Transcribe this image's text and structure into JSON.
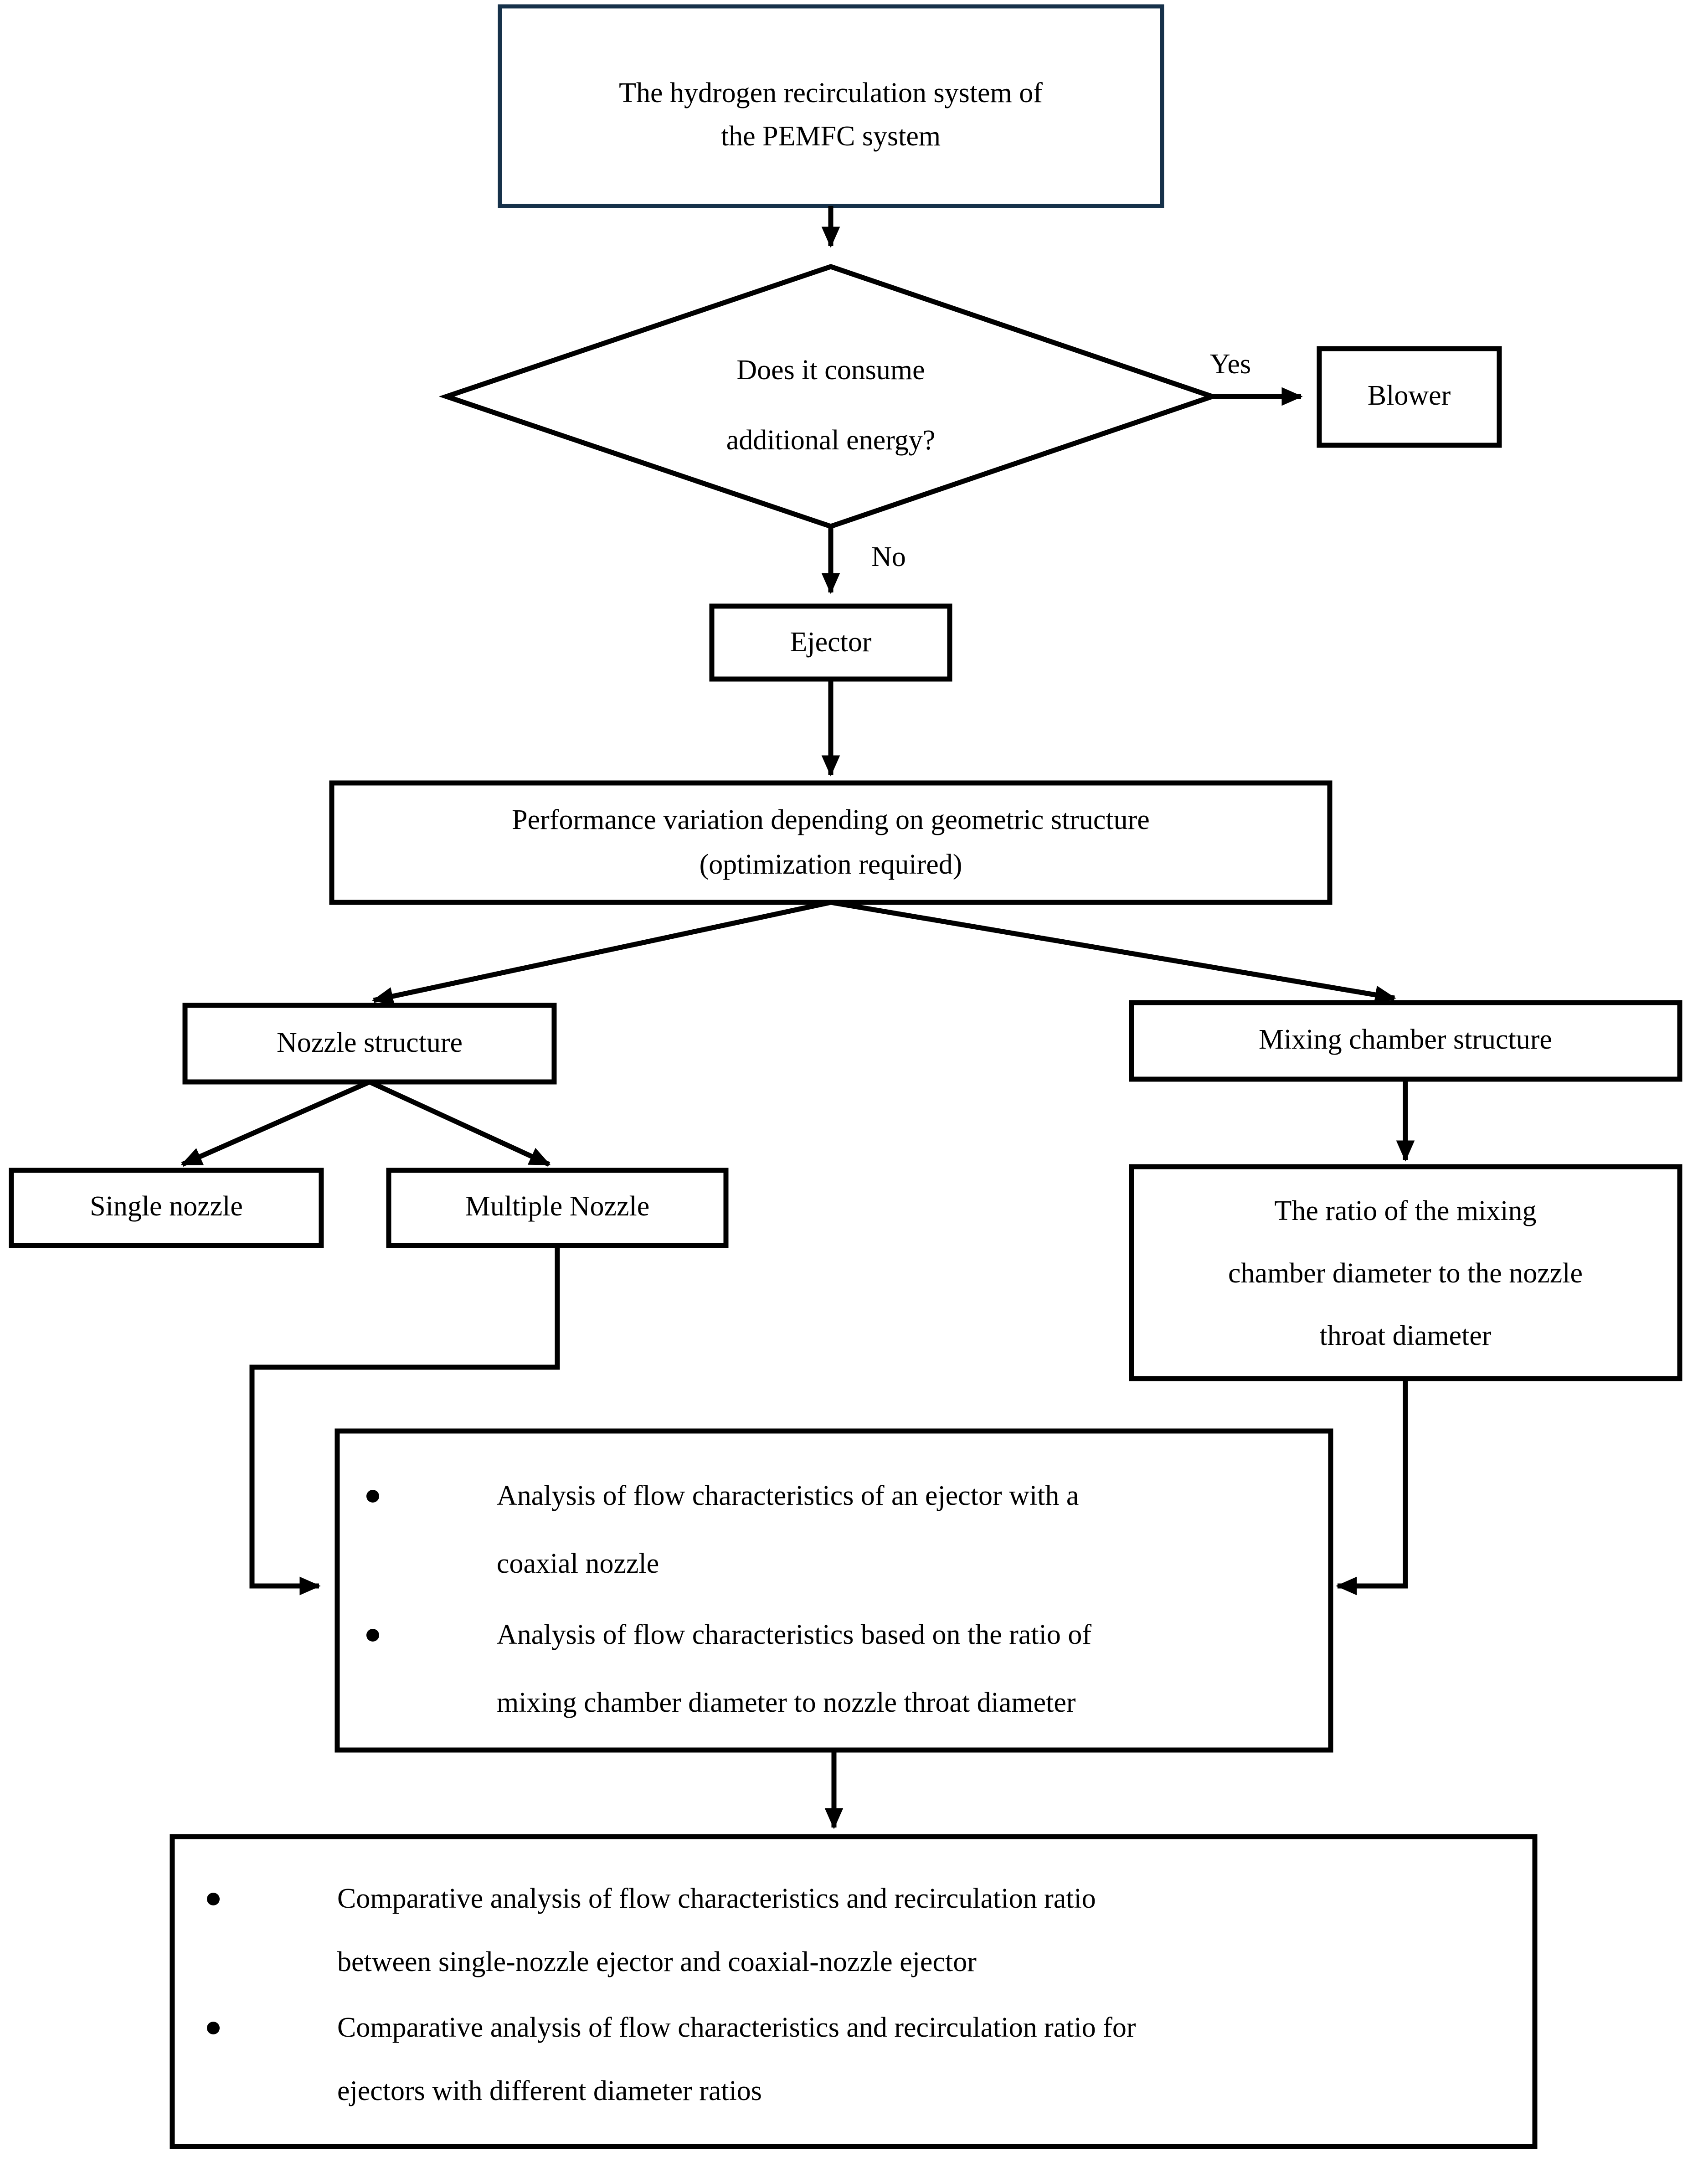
{
  "diagram": {
    "title": "Hydrogen recirculation system research flowchart",
    "colors": {
      "accent_border": "#16314a",
      "default_border": "#000000",
      "fill": "#ffffff",
      "text": "#000000"
    },
    "nodes": {
      "root": {
        "id": "root",
        "shape": "rect",
        "line1": "The hydrogen recirculation system of",
        "line2": "the PEMFC system"
      },
      "decision": {
        "id": "decision",
        "shape": "diamond",
        "line1": "Does it consume",
        "line2": "additional energy?"
      },
      "blower": {
        "id": "blower",
        "shape": "rect",
        "label": "Blower"
      },
      "ejector": {
        "id": "ejector",
        "shape": "rect",
        "label": "Ejector"
      },
      "performance": {
        "id": "performance",
        "shape": "rect",
        "line1": "Performance variation depending on geometric structure",
        "line2": "(optimization required)"
      },
      "nozzle_structure": {
        "id": "nozzle_structure",
        "shape": "rect",
        "label": "Nozzle structure"
      },
      "mixing_chamber_structure": {
        "id": "mixing_chamber_structure",
        "shape": "rect",
        "label": "Mixing chamber structure"
      },
      "single_nozzle": {
        "id": "single_nozzle",
        "shape": "rect",
        "label": "Single nozzle"
      },
      "multiple_nozzle": {
        "id": "multiple_nozzle",
        "shape": "rect",
        "label": "Multiple Nozzle"
      },
      "ratio_box": {
        "id": "ratio_box",
        "shape": "rect",
        "line1": "The ratio of the mixing",
        "line2": "chamber diameter to the nozzle",
        "line3": "throat diameter"
      },
      "analysis_box": {
        "id": "analysis_box",
        "shape": "rect",
        "bullets": [
          {
            "line1": "Analysis of flow characteristics of an ejector with a",
            "line2": "coaxial nozzle"
          },
          {
            "line1": "Analysis of flow characteristics based on the ratio of",
            "line2": "mixing chamber diameter to nozzle throat diameter"
          }
        ]
      },
      "comparison_box": {
        "id": "comparison_box",
        "shape": "rect",
        "bullets": [
          {
            "line1": "Comparative  analysis  of  flow  characteristics  and  recirculation  ratio",
            "line2": "between single-nozzle ejector and coaxial-nozzle ejector"
          },
          {
            "line1": "Comparative  analysis  of  flow  characteristics  and  recirculation  ratio  for",
            "line2": "ejectors with different diameter ratios"
          }
        ]
      }
    },
    "edge_labels": {
      "yes": "Yes",
      "no": "No"
    }
  }
}
